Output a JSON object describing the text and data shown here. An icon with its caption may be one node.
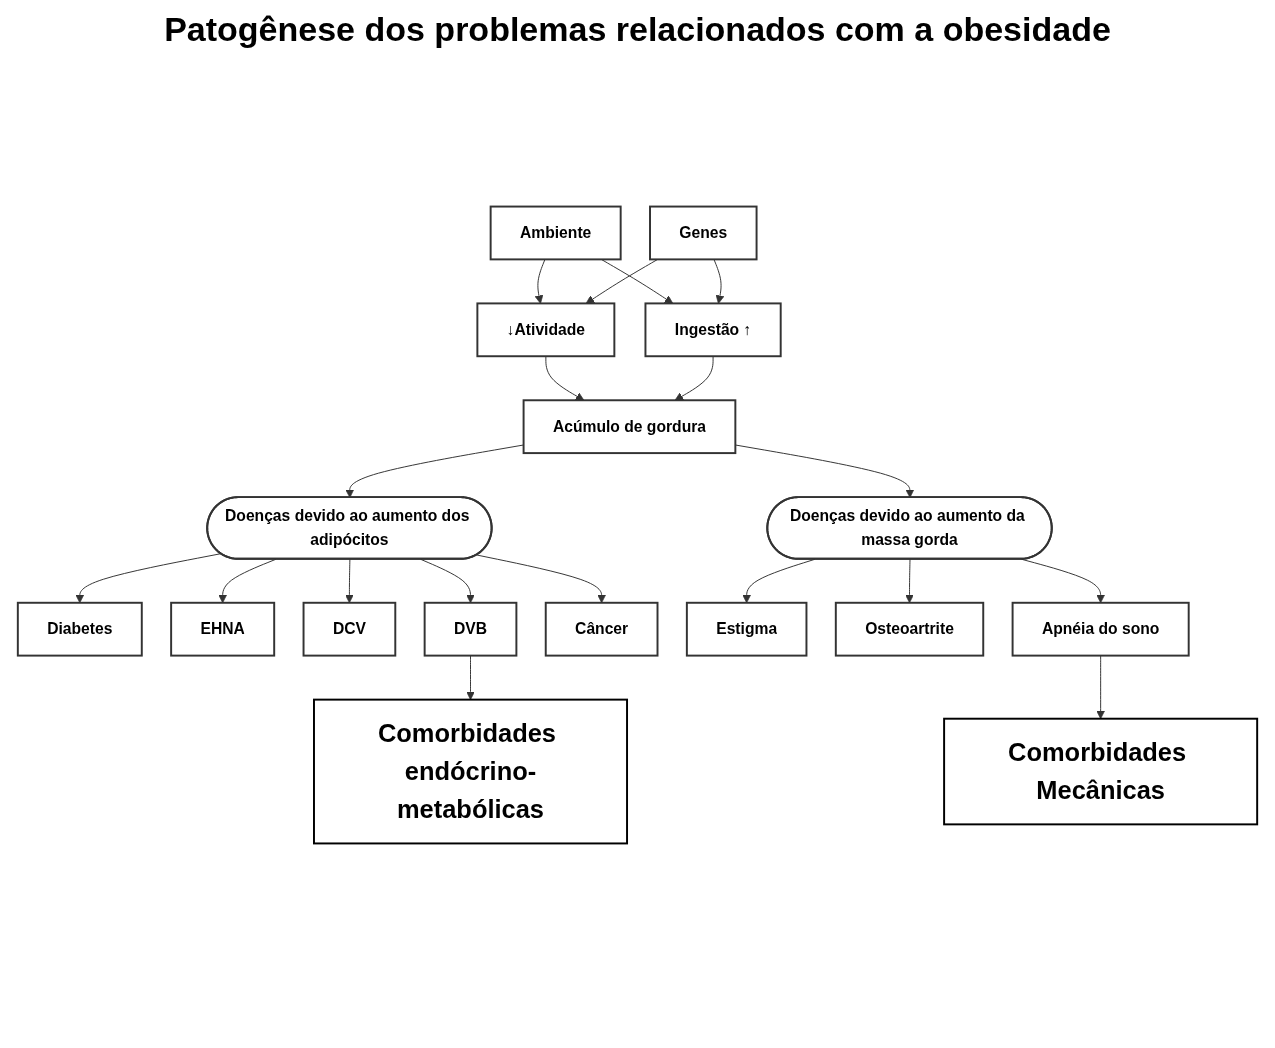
{
  "diagram": {
    "title": "Patogênese dos problemas relacionados com a obesidade",
    "nodes": [
      {
        "text": [
          "Ambiente"
        ]
      },
      {
        "text": [
          "Genes"
        ]
      },
      {
        "text": [
          "↓Atividade"
        ]
      },
      {
        "text": [
          "Ingestão ↑"
        ]
      },
      {
        "text": [
          "Acúmulo de gordura"
        ]
      },
      {
        "text": [
          "Doenças devido ao aumento dos adipócitos"
        ]
      },
      {
        "text": [
          "Doenças devido ao aumento da massa gorda"
        ]
      },
      {
        "text": [
          "Diabetes"
        ]
      },
      {
        "text": [
          "EHNA"
        ]
      },
      {
        "text": [
          "DCV"
        ]
      },
      {
        "text": [
          "DVB"
        ]
      },
      {
        "text": [
          "Câncer"
        ]
      },
      {
        "text": [
          "Estigma"
        ]
      },
      {
        "text": [
          "Osteoartrite"
        ]
      },
      {
        "text": [
          "Apnéia do sono"
        ]
      },
      {
        "text": [
          "Comorbidades endócrino-metabólicas"
        ]
      },
      {
        "text": [
          "Comorbidades Mecânicas"
        ]
      }
    ],
    "edges": [
      {
        "from": 0,
        "to": 2,
        "arrow": "to"
      },
      {
        "from": 0,
        "to": 3,
        "arrow": "to"
      },
      {
        "from": 1,
        "to": 2,
        "arrow": "to"
      },
      {
        "from": 1,
        "to": 3,
        "arrow": "to"
      },
      {
        "from": 2,
        "to": 4,
        "arrow": "to"
      },
      {
        "from": 3,
        "to": 4,
        "arrow": "to"
      },
      {
        "from": 4,
        "to": 5,
        "arrow": "to"
      },
      {
        "from": 4,
        "to": 6,
        "arrow": "to"
      },
      {
        "from": 5,
        "to": 7,
        "arrow": "to"
      },
      {
        "from": 5,
        "to": 10,
        "arrow": "to"
      },
      {
        "from": 5,
        "to": 8,
        "arrow": "to"
      },
      {
        "from": 5,
        "to": 11,
        "arrow": "to"
      },
      {
        "from": 5,
        "to": 9,
        "arrow": "to"
      },
      {
        "from": 6,
        "to": 12,
        "arrow": "to"
      },
      {
        "from": 6,
        "to": 14,
        "arrow": "to"
      },
      {
        "from": 6,
        "to": 13,
        "arrow": "to"
      },
      {
        "from": 10,
        "to": 15,
        "arrow": "to"
      },
      {
        "from": 14,
        "to": 16,
        "arrow": "to"
      }
    ]
  }
}
